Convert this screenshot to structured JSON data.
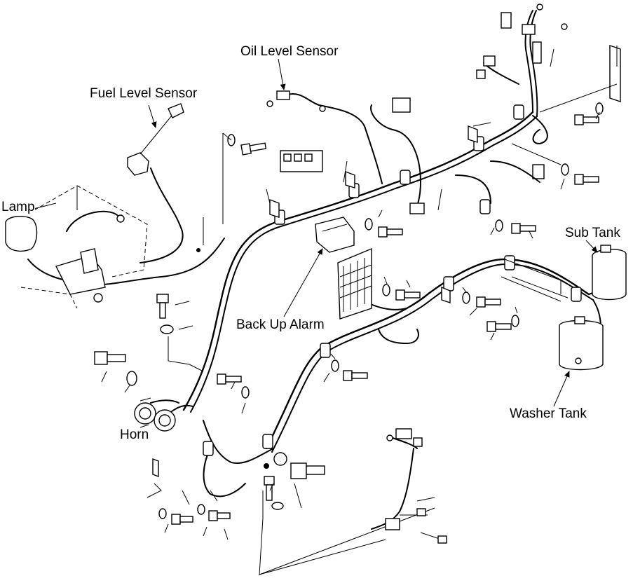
{
  "labels": {
    "oil_level_sensor": "Oil Level Sensor",
    "fuel_level_sensor": "Fuel Level Sensor",
    "lamp": "Lamp",
    "sub_tank": "Sub Tank",
    "back_up_alarm": "Back Up Alarm",
    "washer_tank": "Washer Tank",
    "horn": "Horn"
  }
}
